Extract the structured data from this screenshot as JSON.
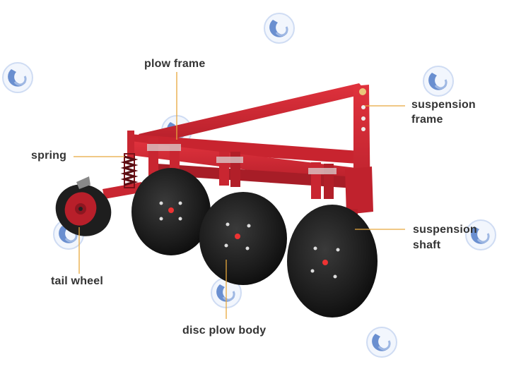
{
  "labels": {
    "plow_frame": "plow frame",
    "suspension_frame_line1": "suspension",
    "suspension_frame_line2": "frame",
    "spring": "spring",
    "suspension_shaft_line1": "suspension",
    "suspension_shaft_line2": "shaft",
    "tail_wheel": "tail wheel",
    "disc_plow_body": "disc plow body"
  },
  "colors": {
    "frame_red": "#d42a35",
    "frame_dark": "#9e1a24",
    "disc_black": "#1c1c1c",
    "leader_line": "#e8a83c",
    "watermark": "#6a8fd0"
  },
  "icons": {
    "watermark": "wave-logo-icon"
  }
}
